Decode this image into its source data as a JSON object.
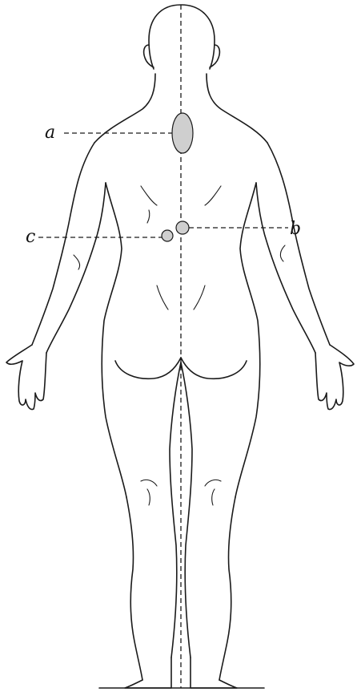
{
  "labels": {
    "a": "a",
    "b": "b",
    "c": "c"
  },
  "colors": {
    "ink": "#1a1a1a",
    "spot_fill": "#cfcfcf",
    "background": "#ffffff"
  }
}
